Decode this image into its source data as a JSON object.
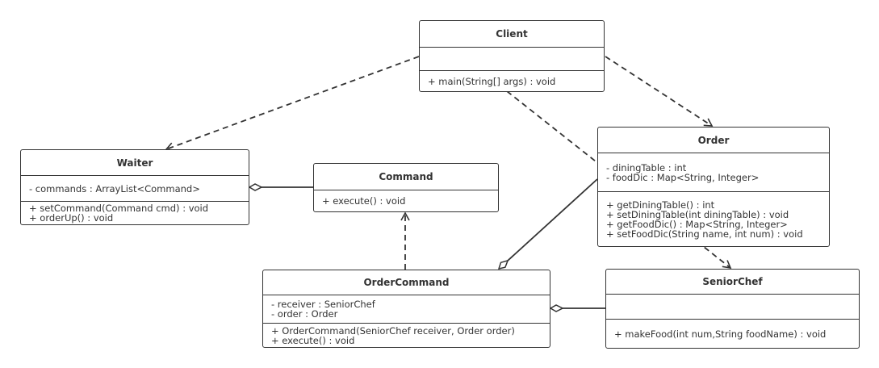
{
  "classes": {
    "client": {
      "name": "Client",
      "attributes": [],
      "methods": [
        "+ main(String[] args) : void"
      ]
    },
    "waiter": {
      "name": "Waiter",
      "attributes": [
        "- commands :  ArrayList<Command>"
      ],
      "methods": [
        "+ setCommand(Command cmd) : void",
        "+ orderUp() : void"
      ]
    },
    "command": {
      "name": "Command",
      "methods": [
        "+ execute() : void"
      ]
    },
    "order": {
      "name": "Order",
      "attributes": [
        "- diningTable : int",
        "- foodDic :   Map<String, Integer>"
      ],
      "methods": [
        "+ getDiningTable() : int",
        "+ setDiningTable(int diningTable) : void",
        "+ getFoodDic() : Map<String, Integer>",
        "+ setFoodDic(String name, int num) : void"
      ]
    },
    "orderCommand": {
      "name": "OrderCommand",
      "attributes": [
        "- receiver : SeniorChef",
        "- order : Order"
      ],
      "methods": [
        "+ OrderCommand(SeniorChef receiver, Order order)",
        "+ execute() : void"
      ]
    },
    "seniorChef": {
      "name": "SeniorChef",
      "attributes": [],
      "methods": [
        "+ makeFood(int num,String foodName) : void"
      ]
    }
  },
  "relations": [
    {
      "from": "Client",
      "to": "Waiter",
      "type": "dependency"
    },
    {
      "from": "Client",
      "to": "Order",
      "type": "dependency"
    },
    {
      "from": "Client",
      "to": "SeniorChef",
      "type": "dependency"
    },
    {
      "from": "Waiter",
      "to": "Command",
      "type": "aggregation"
    },
    {
      "from": "OrderCommand",
      "to": "Command",
      "type": "realization"
    },
    {
      "from": "OrderCommand",
      "to": "Order",
      "type": "aggregation"
    },
    {
      "from": "OrderCommand",
      "to": "SeniorChef",
      "type": "aggregation"
    }
  ],
  "colors": {
    "stroke": "#333333",
    "background": "#ffffff"
  }
}
